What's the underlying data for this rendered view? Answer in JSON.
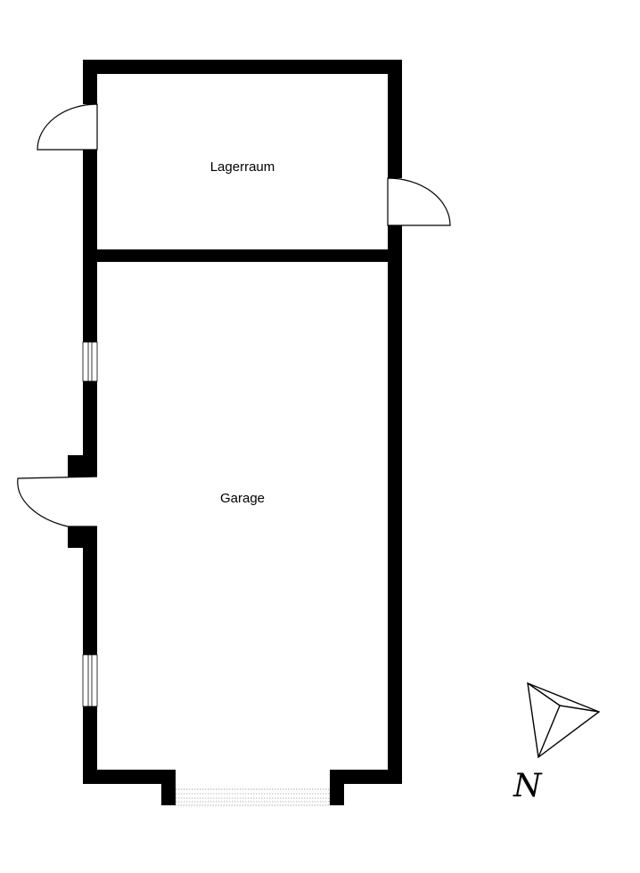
{
  "rooms": {
    "storage": {
      "label": "Lagerraum"
    },
    "garage": {
      "label": "Garage"
    }
  },
  "compass": {
    "label": "N"
  }
}
